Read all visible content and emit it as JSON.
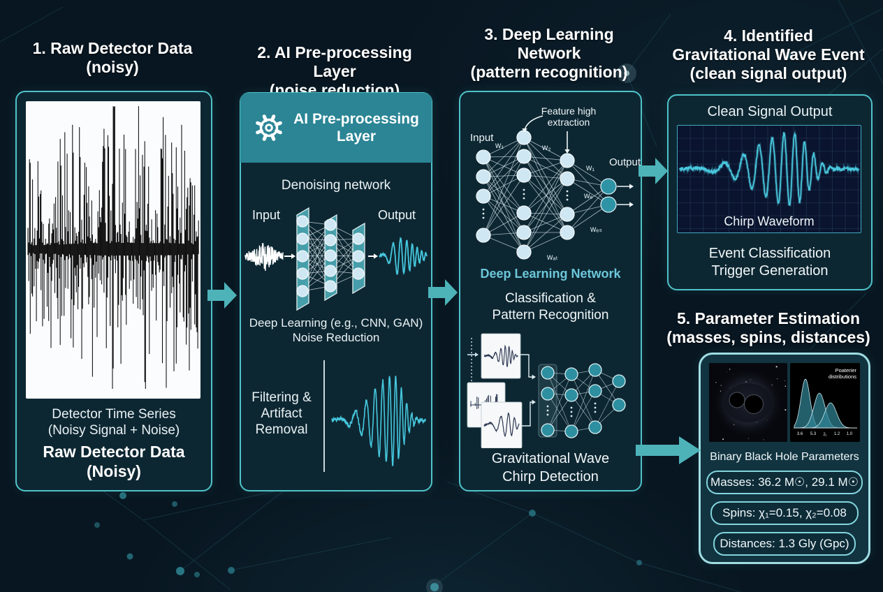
{
  "colors": {
    "background": "#081621",
    "panel_fill": "#0d2732",
    "panel_border": "#4fc3c9",
    "arrow": "#4db3b9",
    "header_teal": "#2b8595",
    "wave_cyan": "#46c8de",
    "node_light": "#cfe7f2",
    "node_dark": "#2e93a5",
    "teal_text": "#6cc7d9"
  },
  "section_titles": {
    "s1": {
      "line1": "1. Raw Detector Data",
      "line2": "(noisy)"
    },
    "s2": {
      "line1": "2. AI Pre-processing Layer",
      "line2": "(noise reduction)"
    },
    "s3": {
      "line1": "3. Deep Learning",
      "line2": "Network",
      "line3": "(pattern recognition)"
    },
    "s4": {
      "line1": "4. Identified",
      "line2": "Gravitational Wave Event",
      "line3": "(clean signal output)"
    },
    "s5": {
      "line1": "5. Parameter Estimation",
      "line2": "(masses, spins, distances)"
    }
  },
  "panel1": {
    "caption1": "Detector Time Series",
    "caption2": "(Noisy Signal + Noise)",
    "label1": "Raw Detector Data",
    "label2": "(Noisy)"
  },
  "panel2": {
    "header_line1": "AI Pre-processing",
    "header_line2": "Layer",
    "icon": "gear-icon",
    "section1_title": "Denoising network",
    "input_label": "Input",
    "output_label": "Output",
    "caption1": "Deep Learning (e.g., CNN, GAN)",
    "caption2": "Noise Reduction",
    "filter_line1": "Filtering &",
    "filter_line2": "Artifact",
    "filter_line3": "Removal"
  },
  "panel3": {
    "annot1": "Feature high",
    "annot2": "extraction",
    "input_label": "Input",
    "output_label": "Output",
    "w1": "w₁",
    "w2": "w₂",
    "w3": "w₁",
    "w4": "wₑ",
    "w5": "wₑₛ",
    "w6": "wₐₜ",
    "network_name": "Deep Learning Network",
    "sub1": "Classification &",
    "sub2": "Pattern Recognition",
    "caption1": "Gravitational Wave",
    "caption2": "Chirp Detection"
  },
  "panel4": {
    "title": "Clean Signal Output",
    "chart_label": "Chirp Waveform",
    "caption1": "Event Classification",
    "caption2": "Trigger Generation"
  },
  "panel5": {
    "posterior_line1": "Poaterier",
    "posterior_line2": "distributions",
    "ticks": [
      "3.6",
      "5.3",
      "2₁",
      "1.2",
      "1.0"
    ],
    "params_title": "Binary Black Hole Parameters",
    "masses": "Masses: 36.2 M☉, 29.1 M☉",
    "spins": "Spins: χ₁=0.15, χ₂=0.08",
    "distances": "Distances: 1.3 Gly (Gpc)"
  }
}
